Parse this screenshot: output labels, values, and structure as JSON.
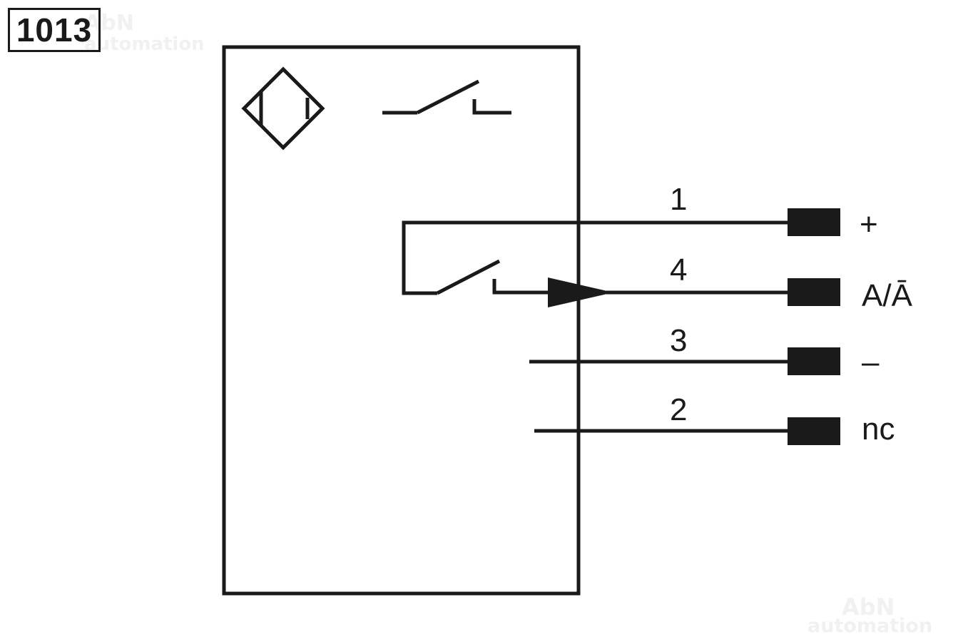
{
  "code": "1013",
  "watermark": {
    "line1": "AbN",
    "line2": "automation"
  },
  "pins": [
    {
      "number": "1",
      "signal": "+"
    },
    {
      "number": "4",
      "signal": "A/Ā"
    },
    {
      "number": "3",
      "signal": "–"
    },
    {
      "number": "2",
      "signal": "nc"
    }
  ],
  "colors": {
    "line": "#1a1a1a",
    "background": "#ffffff",
    "watermark": "#f1f1f1"
  }
}
